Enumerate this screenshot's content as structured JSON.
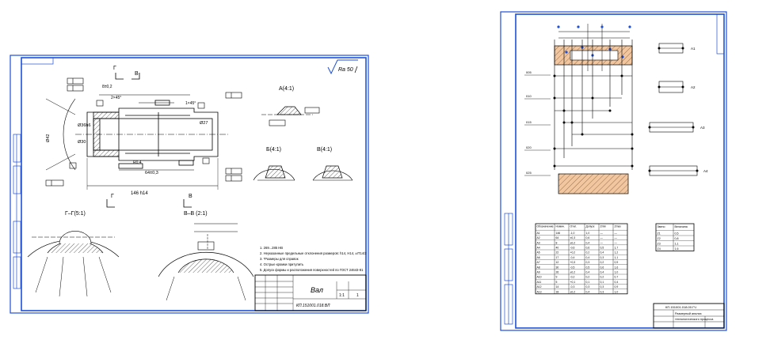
{
  "colors": {
    "frame": "#1d4fd8",
    "line": "#000000",
    "hatch": "#000000",
    "tint": "#e8a86a"
  },
  "left_sheet": {
    "roughness": "Ra 50",
    "view_a_title": "А(4:1)",
    "view_b_title": "Б(4:1)",
    "view_v_title": "В(4:1)",
    "section_g_title": "Г–Г(5:1)",
    "section_v_title": "В–В (2:1)",
    "section_mark_g": "Г",
    "section_mark_v": "В",
    "dim_total": "146 h14",
    "dim_len2": "64±0,3",
    "dim_d1": "Ø36h6",
    "dim_d2": "Ø30",
    "dim_d3": "Ø27",
    "dim_d4": "Ø42",
    "chamfer1": "2×45°",
    "chamfer2": "1×45°",
    "dim_misc1": "8±0,2",
    "dim_misc2": "R0,4",
    "notes": [
      "1. 269...285 НВ",
      "2. Неуказанные предельные отклонения размеров: h14, H14, ±IT14/2",
      "3. *Размеры для справок",
      "4. Острые кромки притупить",
      "5. Допуск формы и расположения поверхностей по ГОСТ 24643-81"
    ],
    "title_name": "Вал",
    "title_code": "КП.151001.018.ВЛ",
    "title_scale": "1:1",
    "title_sheet": "1"
  },
  "right_sheet": {
    "stamp_code": "КП.151001.018.00.ГЧ",
    "title_line": "Размерный анализ",
    "title_sub": "технологического процесса",
    "table_headers": [
      "Обозначение",
      "Номин.",
      "Откл.",
      "Допуск",
      "Zmin",
      "Zmax"
    ],
    "table_rows": [
      [
        "А1",
        "146",
        "-1,0",
        "1,0",
        "—",
        "—"
      ],
      [
        "А2",
        "64",
        "±0,3",
        "0,6",
        "—",
        "—"
      ],
      [
        "А3",
        "8",
        "±0,2",
        "0,4",
        "—",
        "—"
      ],
      [
        "А4",
        "40",
        "-0,6",
        "0,6",
        "0,5",
        "1,7"
      ],
      [
        "А5",
        "22",
        "+0,2",
        "0,2",
        "0,4",
        "1,2"
      ],
      [
        "А6",
        "17",
        "-0,4",
        "0,4",
        "0,3",
        "1,1"
      ],
      [
        "А7",
        "12",
        "+0,3",
        "0,3",
        "0,2",
        "0,9"
      ],
      [
        "А8",
        "30",
        "-0,5",
        "0,5",
        "0,6",
        "1,6"
      ],
      [
        "А9",
        "26",
        "±0,2",
        "0,4",
        "0,4",
        "1,0"
      ],
      [
        "А10",
        "9",
        "-0,2",
        "0,2",
        "0,2",
        "0,7"
      ],
      [
        "А11",
        "5",
        "+0,1",
        "0,1",
        "0,1",
        "0,4"
      ],
      [
        "А12",
        "14",
        "-0,3",
        "0,3",
        "0,3",
        "0,9"
      ],
      [
        "А13",
        "18",
        "±0,2",
        "0,4",
        "0,3",
        "1,0"
      ]
    ],
    "small_table_headers": [
      "Звено",
      "Величина"
    ],
    "small_table_rows": [
      [
        "Z1",
        "0,5"
      ],
      [
        "Z2",
        "0,8"
      ],
      [
        "Z3",
        "1,1"
      ],
      [
        "Z4",
        "1,6"
      ]
    ],
    "op_labels": [
      "005",
      "010",
      "015",
      "020",
      "025"
    ],
    "graph_labels": [
      "А1",
      "А2",
      "А3",
      "А4"
    ]
  }
}
